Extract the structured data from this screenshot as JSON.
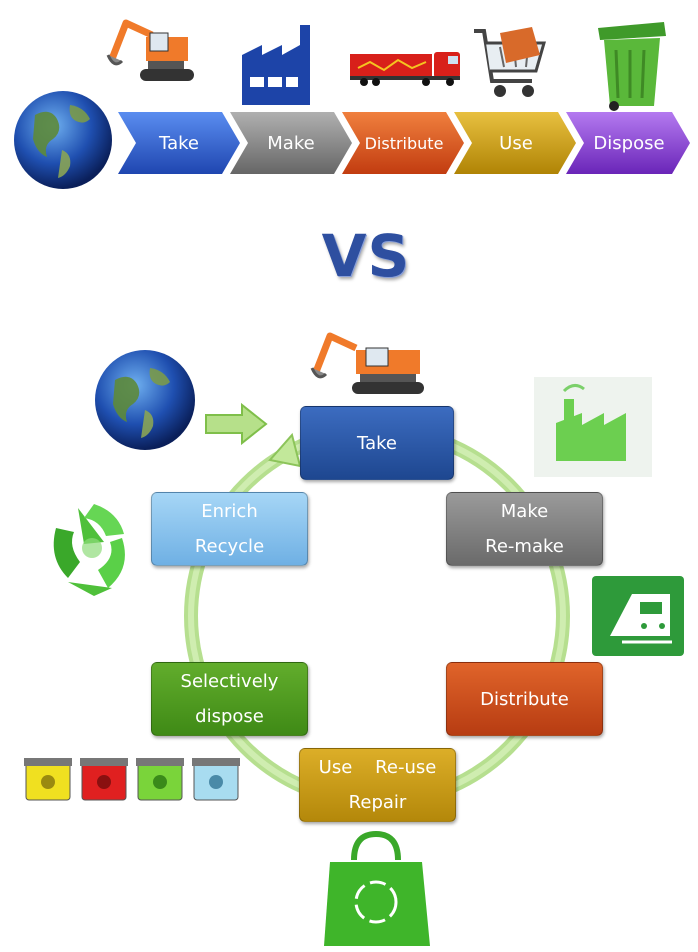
{
  "linear": {
    "steps": [
      {
        "label": "Take",
        "color": "#2c5bc4"
      },
      {
        "label": "Make",
        "color": "#858585"
      },
      {
        "label": "Distribute",
        "color": "#d9531e"
      },
      {
        "label": "Use",
        "color": "#c99a14"
      },
      {
        "label": "Dispose",
        "color": "#8a3fd1"
      }
    ]
  },
  "vs_label": "VS",
  "circular": {
    "take": {
      "lines": [
        "Take"
      ],
      "color": "#2b55a6"
    },
    "make": {
      "lines": [
        "Make",
        "Re-make"
      ],
      "color": "#7f7f7f"
    },
    "distribute": {
      "lines": [
        "Distribute"
      ],
      "color": "#c9481c"
    },
    "use": {
      "lines": [
        "Use    Re-use",
        "Repair"
      ],
      "color": "#c99a14"
    },
    "dispose": {
      "lines": [
        "Selectively",
        "dispose"
      ],
      "color": "#4e9a1e"
    },
    "recycle": {
      "lines": [
        "Enrich",
        "Recycle"
      ],
      "color": "#8fc5ee"
    },
    "ring_color": "#b6e08a"
  },
  "icons": {
    "earth": "earth-globe-icon",
    "excavator": "excavator-icon",
    "factory": "factory-icon",
    "truck": "truck-icon",
    "cart": "shopping-cart-icon",
    "bin": "wheelie-bin-icon",
    "train": "train-icon",
    "recycle": "recycle-symbol-icon",
    "bag": "recycle-bag-icon",
    "sorting_bins": "sorting-bins-icon"
  }
}
